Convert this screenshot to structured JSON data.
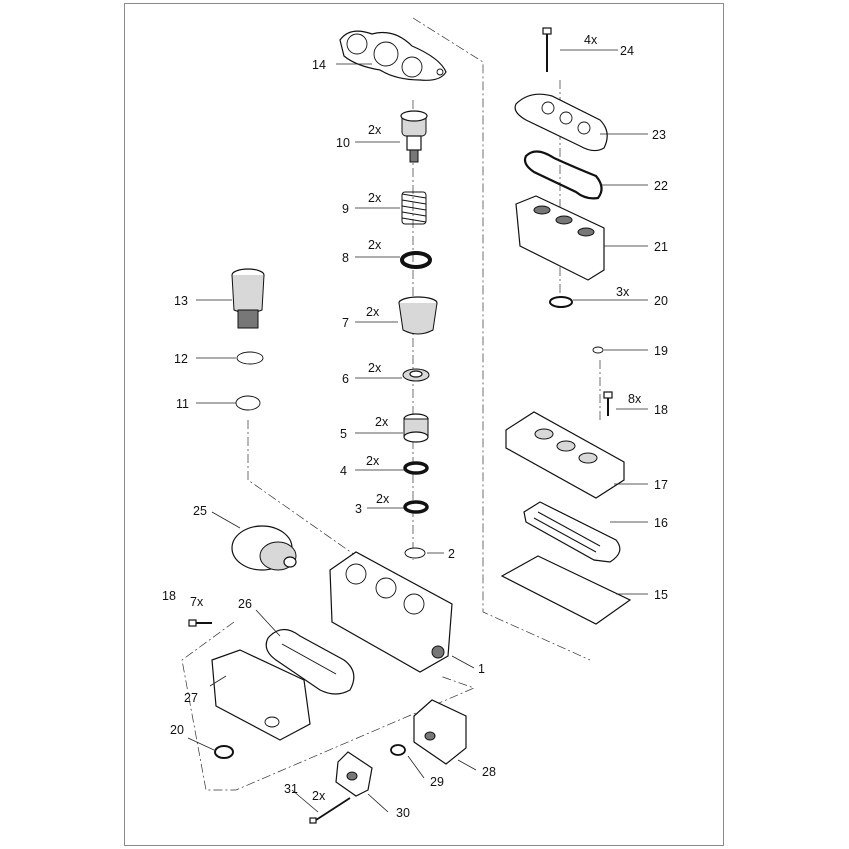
{
  "callouts": [
    {
      "id": "c1",
      "num": "1",
      "qty": ""
    },
    {
      "id": "c2",
      "num": "2",
      "qty": ""
    },
    {
      "id": "c3",
      "num": "3",
      "qty": "2x"
    },
    {
      "id": "c4",
      "num": "4",
      "qty": "2x"
    },
    {
      "id": "c5",
      "num": "5",
      "qty": "2x"
    },
    {
      "id": "c6",
      "num": "6",
      "qty": "2x"
    },
    {
      "id": "c7",
      "num": "7",
      "qty": "2x"
    },
    {
      "id": "c8",
      "num": "8",
      "qty": "2x"
    },
    {
      "id": "c9",
      "num": "9",
      "qty": "2x"
    },
    {
      "id": "c10",
      "num": "10",
      "qty": "2x"
    },
    {
      "id": "c11",
      "num": "11",
      "qty": ""
    },
    {
      "id": "c12",
      "num": "12",
      "qty": ""
    },
    {
      "id": "c13",
      "num": "13",
      "qty": ""
    },
    {
      "id": "c14",
      "num": "14",
      "qty": ""
    },
    {
      "id": "c15",
      "num": "15",
      "qty": ""
    },
    {
      "id": "c16",
      "num": "16",
      "qty": ""
    },
    {
      "id": "c17",
      "num": "17",
      "qty": ""
    },
    {
      "id": "c18a",
      "num": "18",
      "qty": "8x"
    },
    {
      "id": "c18b",
      "num": "18",
      "qty": "7x"
    },
    {
      "id": "c19",
      "num": "19",
      "qty": ""
    },
    {
      "id": "c20a",
      "num": "20",
      "qty": "3x"
    },
    {
      "id": "c20b",
      "num": "20",
      "qty": ""
    },
    {
      "id": "c21",
      "num": "21",
      "qty": ""
    },
    {
      "id": "c22",
      "num": "22",
      "qty": ""
    },
    {
      "id": "c23",
      "num": "23",
      "qty": ""
    },
    {
      "id": "c24",
      "num": "24",
      "qty": "4x"
    },
    {
      "id": "c25",
      "num": "25",
      "qty": ""
    },
    {
      "id": "c26",
      "num": "26",
      "qty": ""
    },
    {
      "id": "c27",
      "num": "27",
      "qty": ""
    },
    {
      "id": "c28",
      "num": "28",
      "qty": ""
    },
    {
      "id": "c29",
      "num": "29",
      "qty": ""
    },
    {
      "id": "c30",
      "num": "30",
      "qty": ""
    },
    {
      "id": "c31",
      "num": "31",
      "qty": "2x"
    }
  ]
}
